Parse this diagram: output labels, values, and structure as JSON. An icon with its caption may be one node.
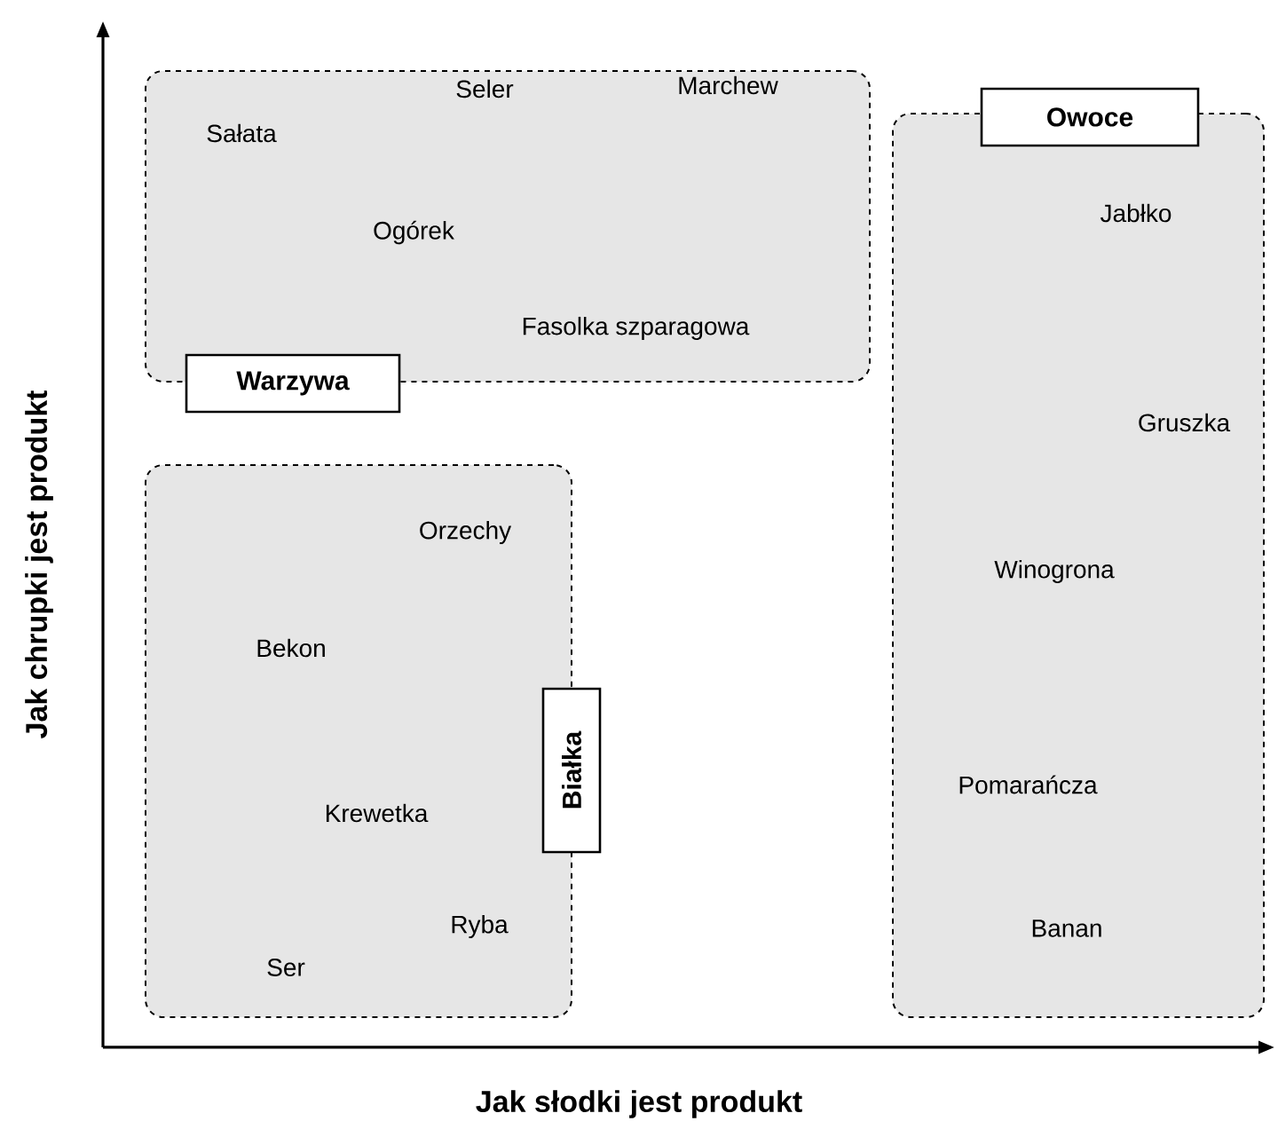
{
  "diagram": {
    "nodes": [
      {
        "text": [
          "Warzywa",
          "Sałata",
          "Seler",
          "Marchew",
          "Ogórek",
          "Fasolka szparagowa"
        ]
      },
      {
        "text": [
          "Białka",
          "Orzechy",
          "Bekon",
          "Krewetka",
          "Ryba",
          "Ser"
        ]
      },
      {
        "text": [
          "Owoce",
          "Jabłko",
          "Gruszka",
          "Winogrona",
          "Pomarańcza",
          "Banan"
        ]
      }
    ],
    "labels": [
      "Jak chrupki jest produkt",
      "Jak słodki jest produkt"
    ]
  }
}
